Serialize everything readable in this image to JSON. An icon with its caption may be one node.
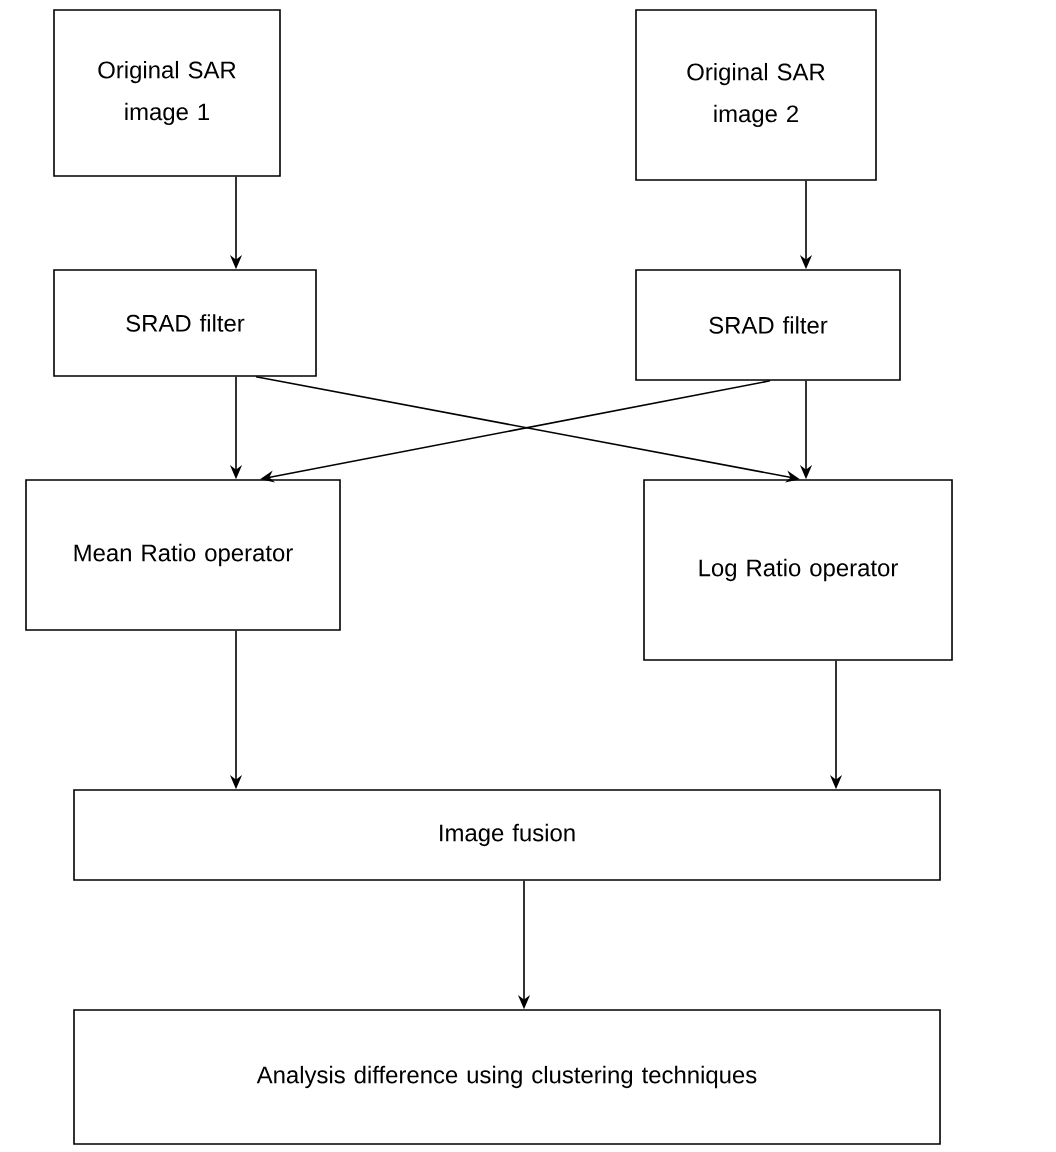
{
  "diagram": {
    "nodes": [
      {
        "text": [
          "Original SAR image 1"
        ]
      },
      {
        "text": [
          "Original SAR image 2"
        ]
      },
      {
        "text": [
          "SRAD filter"
        ]
      },
      {
        "text": [
          "SRAD filter"
        ]
      },
      {
        "text": [
          "Mean Ratio operator"
        ]
      },
      {
        "text": [
          "Log Ratio operator"
        ]
      },
      {
        "text": [
          "Image fusion"
        ]
      },
      {
        "text": [
          "Analysis difference using clustering techniques"
        ]
      }
    ],
    "edges": [
      {
        "from": 0,
        "to": 2,
        "arrow": "to"
      },
      {
        "from": 1,
        "to": 3,
        "arrow": "to"
      },
      {
        "from": 2,
        "to": 4,
        "arrow": "to"
      },
      {
        "from": 2,
        "to": 5,
        "arrow": "to"
      },
      {
        "from": 3,
        "to": 4,
        "arrow": "to"
      },
      {
        "from": 3,
        "to": 5,
        "arrow": "to"
      },
      {
        "from": 4,
        "to": 6,
        "arrow": "to"
      },
      {
        "from": 5,
        "to": 6,
        "arrow": "to"
      },
      {
        "from": 6,
        "to": 7,
        "arrow": "to"
      }
    ]
  }
}
